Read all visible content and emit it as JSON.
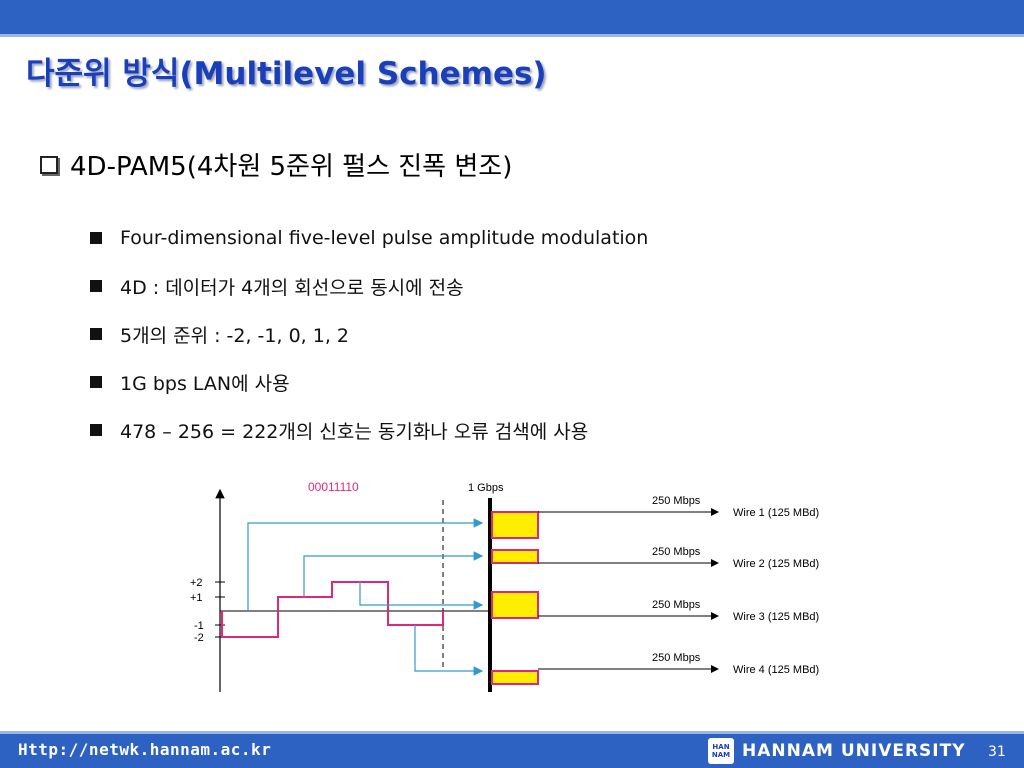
{
  "slide": {
    "title": "다준위 방식(Multilevel Schemes)",
    "main_bullet": "4D-PAM5(4차원 5준위 펄스 진폭 변조)",
    "sub_bullets": [
      "Four-dimensional five-level pulse amplitude modulation",
      "4D : 데이터가 4개의 회선으로 동시에 전송",
      "5개의 준위 : -2, -1, 0, 1, 2",
      "1G bps LAN에 사용",
      "478 – 256 = 222개의 신호는 동기화나 오류 검색에 사용"
    ]
  },
  "diagram": {
    "bit_pattern": "00011110",
    "input_rate": "1 Gbps",
    "y_labels": [
      "+2",
      "+1",
      "-1",
      "-2"
    ],
    "wire_rate": "250 Mbps",
    "wires": [
      "Wire 1 (125 MBd)",
      "Wire 2 (125 MBd)",
      "Wire 3 (125 MBd)",
      "Wire 4 (125 MBd)"
    ],
    "colors": {
      "signal": "#e0287a",
      "arrow": "#3399cc",
      "pulse_fill": "#ffee00",
      "pulse_border": "#e0287a",
      "bit_text": "#e0287a"
    }
  },
  "footer": {
    "url": "Http://netwk.hannam.ac.kr",
    "logo_text": "HAN NAM",
    "university": "HANNAM  UNIVERSITY",
    "page_number": "31"
  }
}
